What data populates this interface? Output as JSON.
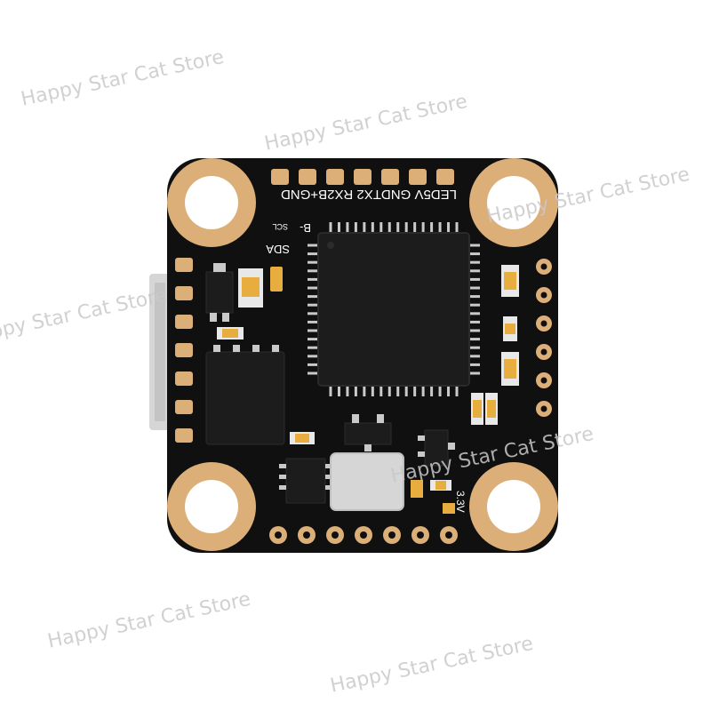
{
  "watermark_text": "Happy Star Cat Store",
  "colors": {
    "pcb": "#101010",
    "copper": "#dcae78",
    "copper_dark": "#c8955e",
    "chip": "#1c1c1c",
    "silkscreen": "#ffffff",
    "smd_cap": "#e7ad3e",
    "connector": "#d6d6d6"
  },
  "silkscreen": {
    "pad_labels": "LED5V GNDTX2 RX2B+GND",
    "b_minus": "B-",
    "scl": "SCL",
    "sda": "SDA",
    "v33": "3.3V"
  }
}
